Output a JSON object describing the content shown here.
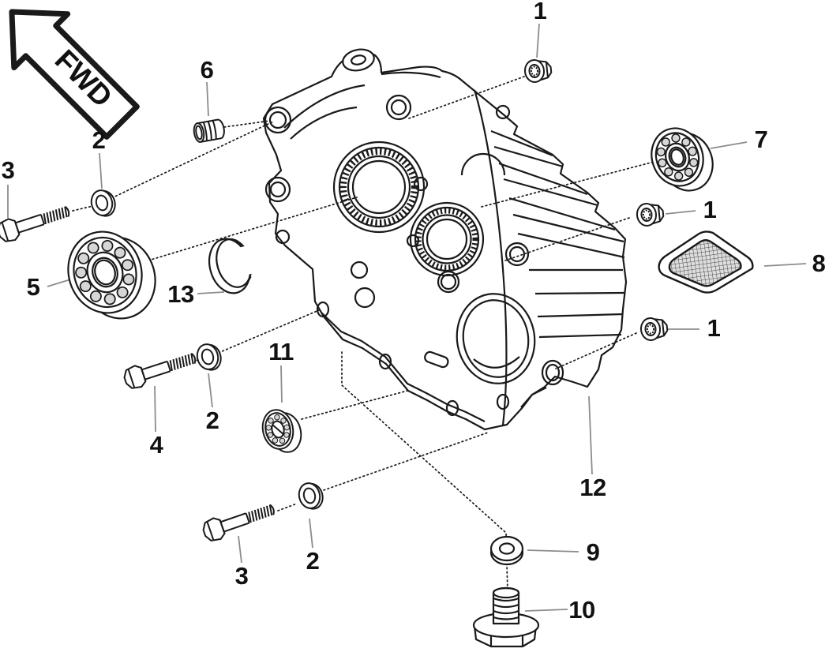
{
  "diagram": {
    "fwd_label": "FWD",
    "callouts": {
      "c1_top": {
        "label": "1"
      },
      "c1_mid": {
        "label": "1"
      },
      "c1_btm": {
        "label": "1"
      },
      "c2_top": {
        "label": "2"
      },
      "c2_mid": {
        "label": "2"
      },
      "c2_btm": {
        "label": "2"
      },
      "c3_top": {
        "label": "3"
      },
      "c3_btm": {
        "label": "3"
      },
      "c4": {
        "label": "4"
      },
      "c5": {
        "label": "5"
      },
      "c6": {
        "label": "6"
      },
      "c7": {
        "label": "7"
      },
      "c8": {
        "label": "8"
      },
      "c9": {
        "label": "9"
      },
      "c10": {
        "label": "10"
      },
      "c11": {
        "label": "11"
      },
      "c12": {
        "label": "12"
      },
      "c13": {
        "label": "13"
      }
    }
  }
}
